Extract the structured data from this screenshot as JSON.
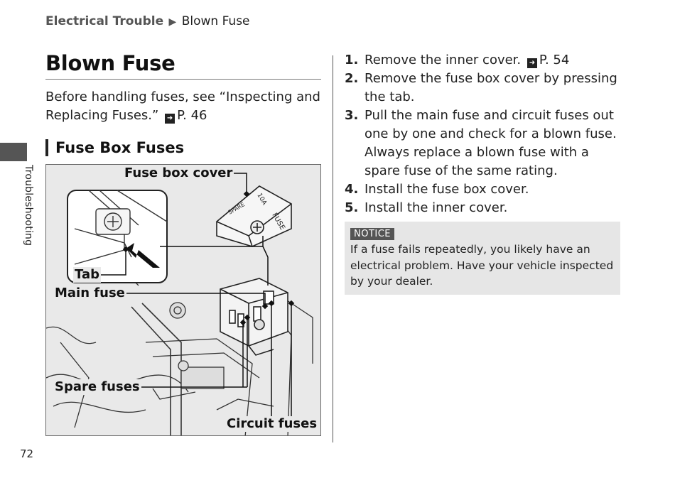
{
  "breadcrumb": {
    "section": "Electrical Trouble",
    "separator": "▶",
    "current": "Blown Fuse"
  },
  "side_tab": {
    "label": "Troubleshooting"
  },
  "title": "Blown Fuse",
  "intro": {
    "text": "Before handling fuses, see “Inspecting and Replacing Fuses.”",
    "ref_icon": "reference-arrow-icon",
    "ref_page": "P. 46"
  },
  "figure": {
    "heading": "Fuse Box Fuses",
    "callouts": {
      "fuse_box_cover": "Fuse box cover",
      "tab": "Tab",
      "main_fuse": "Main fuse",
      "spare_fuses": "Spare fuses",
      "circuit_fuses": "Circuit fuses"
    },
    "cover_markings": {
      "fuse": "FUSE",
      "amp": "10A",
      "spare": "SPARE"
    }
  },
  "steps": [
    {
      "num": "1.",
      "text": "Remove the inner cover.",
      "ref_page": "P. 54"
    },
    {
      "num": "2.",
      "text": "Remove the fuse box cover by pressing the tab."
    },
    {
      "num": "3.",
      "text": "Pull the main fuse and circuit fuses out one by one and check for a blown fuse. Always replace a blown fuse with a spare fuse of the same rating."
    },
    {
      "num": "4.",
      "text": "Install the fuse box cover."
    },
    {
      "num": "5.",
      "text": "Install the inner cover."
    }
  ],
  "notice": {
    "label": "NOTICE",
    "text": "If a fuse fails repeatedly, you likely have an electrical problem. Have your vehicle inspected by your dealer."
  },
  "page_number": "72",
  "colors": {
    "text": "#1a1a1a",
    "figure_bg": "#e9e9e9",
    "tab": "#555555",
    "notice_bg": "#e6e6e6"
  }
}
